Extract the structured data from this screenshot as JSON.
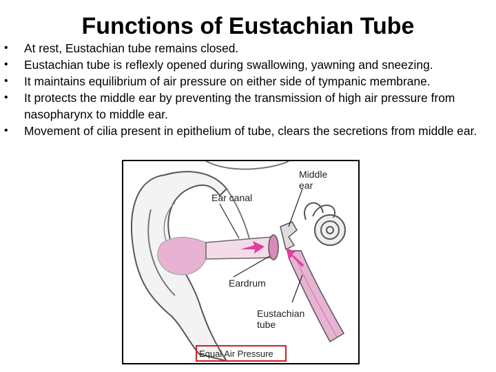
{
  "title": "Functions of Eustachian Tube",
  "bullets": [
    "At rest, Eustachian tube remains closed.",
    "Eustachian tube is reflexly opened during swallowing, yawning and sneezing.",
    "It maintains equilibrium of air pressure on either side of tympanic membrane.",
    "It protects the middle ear by preventing the transmission of high air pressure from nasopharynx to middle ear.",
    "Movement of cilia present in epithelium of tube, clears the secretions from middle ear."
  ],
  "figure": {
    "labels": {
      "middle_ear_line1": "Middle",
      "middle_ear_line2": "ear",
      "ear_canal": "Ear canal",
      "eardrum": "Eardrum",
      "eustachian_line1": "Eustachian",
      "eustachian_line2": "tube",
      "caption": "Equal Air Pressure"
    },
    "colors": {
      "pink": "#e8b3d3",
      "arrow": "#e0409a",
      "highlight_box": "#d21f1f"
    }
  }
}
